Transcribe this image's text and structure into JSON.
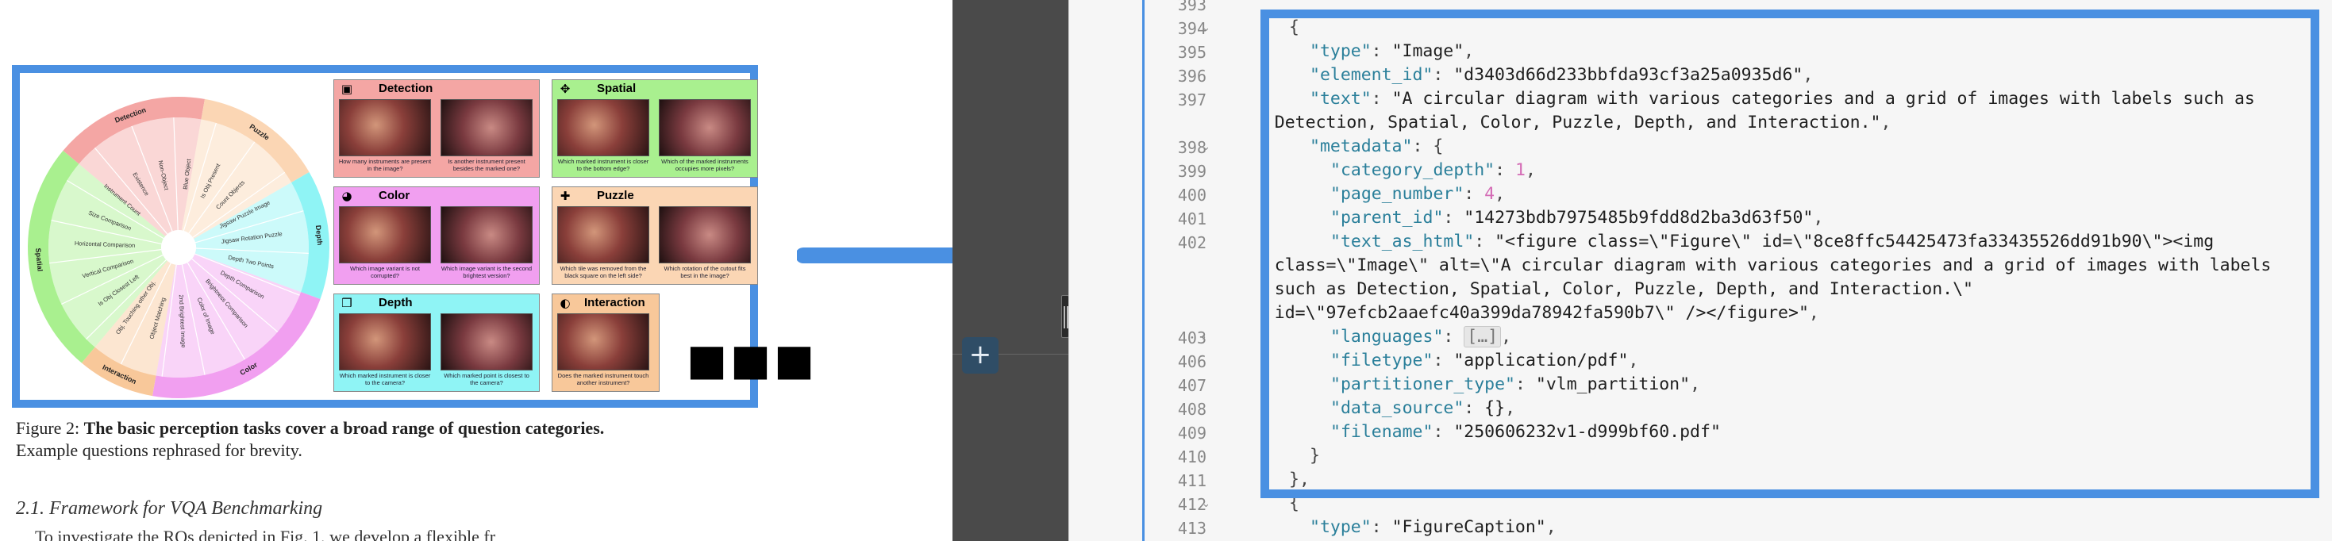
{
  "colors": {
    "accent": "#4a90e2",
    "detection": "#f4a6a4",
    "spatial": "#a9f08f",
    "color": "#f19ff0",
    "puzzle": "#fbd6b4",
    "depth": "#8ff4f5",
    "interaction": "#f8c89a"
  },
  "figure": {
    "pie": {
      "categories": [
        "Detection",
        "Spatial",
        "Color",
        "Puzzle",
        "Depth",
        "Interaction"
      ],
      "wedge_labels": [
        "Instrument Count",
        "Existence",
        "Non-Object",
        "Blue Object",
        "Is Obj Present",
        "Count Objects",
        "Jigsaw Puzzle Image",
        "Jigsaw Rotation Puzzle",
        "Depth Two Points",
        "Depth Comparison",
        "Brightness Comparison",
        "Color of Image",
        "2nd Brightest Image",
        "Object Matching",
        "Obj. Touching other Obj.",
        "Is Obj Closest Left",
        "Vertical Comparison",
        "Horizontal Comparison",
        "Size Comparison"
      ]
    },
    "tiles": [
      {
        "title": "Detection",
        "icon": "person-box-icon",
        "glyph": "▣",
        "cap_a": "How many instruments are present in the image?",
        "cap_b": "Is another instrument present besides the marked one?"
      },
      {
        "title": "Spatial",
        "icon": "move-arrows-icon",
        "glyph": "✥",
        "cap_a": "Which marked instrument is closer to the bottom edge?",
        "cap_b": "Which of the marked instruments occupies more pixels?"
      },
      {
        "title": "Color",
        "icon": "color-wheel-icon",
        "glyph": "◕",
        "cap_a": "Which image variant is not corrupted?",
        "cap_b": "Which image variant is the second brightest version?"
      },
      {
        "title": "Puzzle",
        "icon": "puzzle-icon",
        "glyph": "✚",
        "cap_a": "Which tile was removed from the black square on the left side?",
        "cap_b": "Which rotation of the cutout fits best in the image?"
      },
      {
        "title": "Depth",
        "icon": "cube-icon",
        "glyph": "❒",
        "cap_a": "Which marked instrument is closer to the camera?",
        "cap_b": "Which marked point is closest to the camera?"
      },
      {
        "title": "Interaction",
        "icon": "contact-icon",
        "glyph": "◐",
        "cap_a": "Does the marked instrument touch another instrument?",
        "cap_b": ""
      }
    ],
    "ellipsis": "■■■"
  },
  "document": {
    "caption_prefix": "Figure 2: ",
    "caption_bold": "The basic perception tasks cover a broad range of question categories.",
    "caption_rest": "Example questions rephrased for brevity.",
    "section_heading": "2.1. Framework for VQA Benchmarking",
    "body_start": "To investigate the RQs depicted in Fig. 1, we develop a flexible fr"
  },
  "editor": {
    "line_numbers": [
      "393",
      "394",
      "395",
      "396",
      "397",
      "",
      "398",
      "399",
      "400",
      "401",
      "402",
      "",
      "",
      "",
      "403",
      "406",
      "407",
      "408",
      "409",
      "410",
      "411",
      "412",
      "413"
    ],
    "lines": {
      "l394": "{",
      "l395_key": "\"type\"",
      "l395_val": "\"Image\"",
      "l396_key": "\"element_id\"",
      "l396_val": "\"d3403d66d233bbfda93cf3a25a0935d6\"",
      "l397_key": "\"text\"",
      "l397_val": "\"A circular diagram with various categories and a grid of images with labels such as",
      "l397_cont": "Detection, Spatial, Color, Puzzle, Depth, and Interaction.\"",
      "l398_key": "\"metadata\"",
      "l399_key": "\"category_depth\"",
      "l399_val": "1",
      "l400_key": "\"page_number\"",
      "l400_val": "4",
      "l401_key": "\"parent_id\"",
      "l401_val": "\"14273bdb7975485b9fdd8d2ba3d63f50\"",
      "l402_key": "\"text_as_html\"",
      "l402_val": "\"<figure class=\\\"Figure\\\" id=\\\"8ce8ffc54425473fa33435526dd91b90\\\"><img",
      "l402_c1": "class=\\\"Image\\\" alt=\\\"A circular diagram with various categories and a grid of images with labels",
      "l402_c2": "such as Detection, Spatial, Color, Puzzle, Depth, and Interaction.\\\"",
      "l402_c3": "id=\\\"97efcb2aaefc40a399da78942fa590b7\\\" /></figure>\"",
      "l403_key": "\"languages\"",
      "l403_val": "[…]",
      "l406_key": "\"filetype\"",
      "l406_val": "\"application/pdf\"",
      "l407_key": "\"partitioner_type\"",
      "l407_val": "\"vlm_partition\"",
      "l408_key": "\"data_source\"",
      "l408_val": "{}",
      "l409_key": "\"filename\"",
      "l409_val": "\"250606232v1-d999bf60.pdf\"",
      "l410": "}",
      "l411": "},",
      "l412": "{",
      "l413_key": "\"type\"",
      "l413_val": "\"FigureCaption\""
    }
  },
  "controls": {
    "add_button": "+"
  }
}
